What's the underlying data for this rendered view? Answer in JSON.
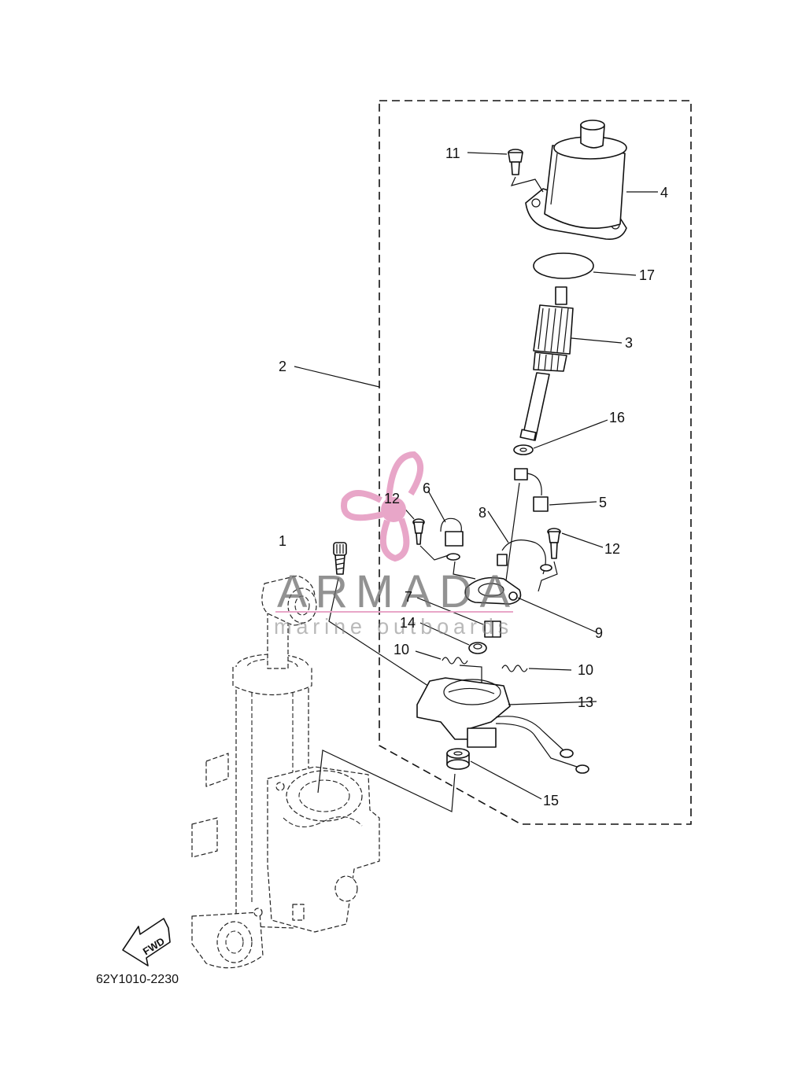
{
  "diagram": {
    "code": "62Y1010-2230",
    "direction_label": "FWD",
    "callouts": [
      "1",
      "2",
      "3",
      "4",
      "5",
      "6",
      "7",
      "8",
      "9",
      "10",
      "10",
      "11",
      "12",
      "12",
      "13",
      "14",
      "15",
      "16",
      "17"
    ]
  },
  "watermark": {
    "name": "ARMADA",
    "subtitle": "marine outboards",
    "color": "#e8a6c8"
  },
  "icons": [
    "propeller-logo-icon",
    "fwd-arrow-icon"
  ]
}
